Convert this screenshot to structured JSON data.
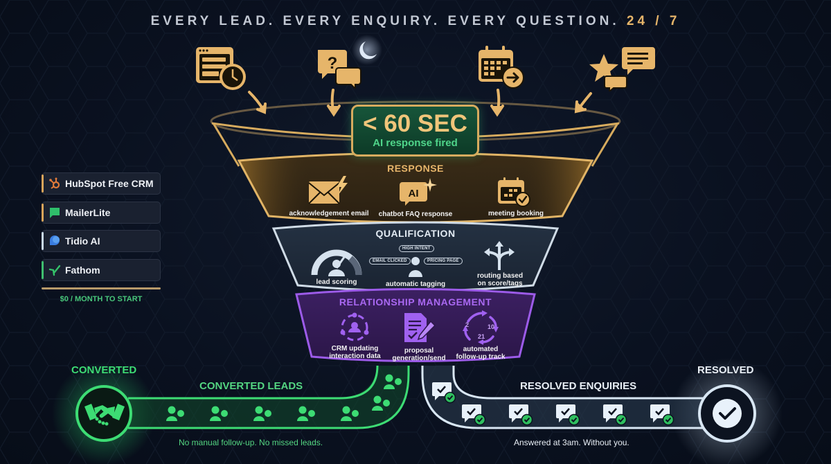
{
  "headline": {
    "main": "EVERY LEAD. EVERY ENQUIRY. EVERY QUESTION.",
    "accent": "24 / 7"
  },
  "inputs": [
    {
      "icon": "web-form-clock-icon"
    },
    {
      "icon": "chat-question-night-icon"
    },
    {
      "icon": "calendar-arrow-icon"
    },
    {
      "icon": "star-review-chat-icon"
    }
  ],
  "timer": {
    "value": "< 60 SEC",
    "label": "AI response fired"
  },
  "stages": {
    "response": {
      "title": "RESPONSE",
      "color": "#e6b56a",
      "items": [
        {
          "label": "acknowledgement email",
          "icon": "email-lightning-icon"
        },
        {
          "label": "chatbot FAQ response",
          "icon": "ai-chat-sparkle-icon"
        },
        {
          "label": "meeting booking",
          "icon": "calendar-check-icon"
        }
      ]
    },
    "qualification": {
      "title": "QUALIFICATION",
      "color": "#d6e2ee",
      "items": [
        {
          "label": "lead scoring",
          "icon": "gauge-user-icon"
        },
        {
          "label": "automatic tagging",
          "icon": "user-tags-icon",
          "tags": [
            "HIGH INTENT",
            "EMAIL CLICKED",
            "PRICING PAGE"
          ]
        },
        {
          "label_line1": "routing based",
          "label_line2": "on score/tags",
          "icon": "routing-arrows-icon"
        }
      ]
    },
    "relationship": {
      "title": "RELATIONSHIP MANAGEMENT",
      "color": "#a061f0",
      "items": [
        {
          "label_line1": "CRM updating",
          "label_line2": "interaction data",
          "icon": "crm-cycle-icon"
        },
        {
          "label_line1": "proposal",
          "label_line2": "generation/send",
          "icon": "document-pen-icon"
        },
        {
          "label_line1": "automated",
          "label_line2": "follow-up track",
          "icon": "followup-cycle-icon",
          "days": [
            "2",
            "10",
            "21"
          ]
        }
      ]
    }
  },
  "tools": {
    "items": [
      {
        "name": "HubSpot Free CRM",
        "accent": "#d8a45a",
        "icon": "hubspot-icon"
      },
      {
        "name": "MailerLite",
        "accent": "#d8a45a",
        "icon": "mailerlite-icon"
      },
      {
        "name": "Tidio AI",
        "accent": "#c9d8ea",
        "icon": "tidio-icon"
      },
      {
        "name": "Fathom",
        "accent": "#3fbf6f",
        "icon": "fathom-icon"
      }
    ],
    "price": "$0 / MONTH TO START"
  },
  "outcomes": {
    "converted": {
      "side_label": "CONVERTED",
      "path_title": "CONVERTED LEADS",
      "caption": "No manual follow-up. No missed leads.",
      "color": "#3ddc74",
      "count": 7
    },
    "resolved": {
      "side_label": "RESOLVED",
      "path_title": "RESOLVED ENQUIRIES",
      "caption": "Answered at 3am. Without you.",
      "color": "#d8e6f3",
      "count": 6
    }
  }
}
